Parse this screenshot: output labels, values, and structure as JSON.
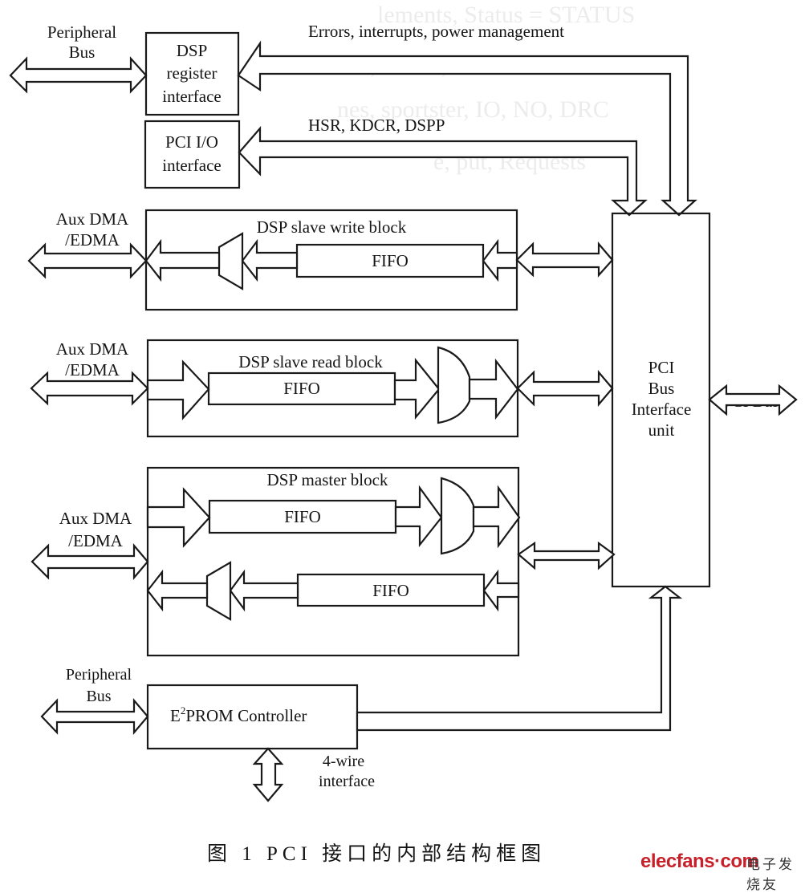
{
  "figure": {
    "caption": "图 1   PCI 接口的内部结构框图",
    "watermark": {
      "brand": "elecfans·com",
      "brand_cn": "电子发烧友",
      "color": "#c8202a"
    },
    "bleed_through_text": [
      "lements, Status = STATUS",
      "s, Status, Information",
      "nes, sportster, IO, NO, DRC",
      "e, put, Requests"
    ]
  },
  "blocks": {
    "dsp_register_interface": {
      "lines": [
        "DSP",
        "register",
        "interface"
      ]
    },
    "pci_io_interface": {
      "lines": [
        "PCI I/O",
        "interface"
      ]
    },
    "pci_bus_interface_unit": {
      "lines": [
        "PCI",
        "Bus",
        "Interface",
        "unit"
      ]
    },
    "slave_write": {
      "title": "DSP slave write block",
      "fifo": "FIFO"
    },
    "slave_read": {
      "title": "DSP slave read block",
      "fifo": "FIFO"
    },
    "master": {
      "title": "DSP master block",
      "fifo_out": "FIFO",
      "fifo_in": "FIFO"
    },
    "eeprom": {
      "label_prefix": "E",
      "label_sup": "2",
      "label_rest": "PROM Controller"
    }
  },
  "signals": {
    "errors": "Errors, interrupts, power management",
    "hsr": "HSR, KDCR, DSPP",
    "peripheral_bus_top": [
      "Peripheral",
      "Bus"
    ],
    "aux_write": [
      "Aux DMA",
      "/EDMA"
    ],
    "aux_read": [
      "Aux DMA",
      "/EDMA"
    ],
    "aux_master": [
      "Aux DMA",
      "/EDMA"
    ],
    "peripheral_bus_bottom": [
      "Peripheral",
      "Bus"
    ],
    "four_wire": [
      "4-wire",
      "interface"
    ],
    "pci_bus": "PCI Bus"
  }
}
